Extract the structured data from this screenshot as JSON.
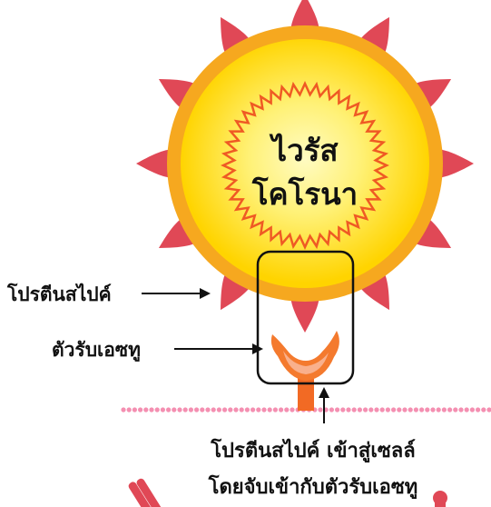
{
  "virus": {
    "title_line1": "ไวรัส",
    "title_line2": "โคโรนา"
  },
  "labels": {
    "spike_protein": "โปรตีนสไปค์",
    "ace2_receptor": "ตัวรับเอซทู",
    "caption_line1": "โปรตีนสไปค์ เข้าสู่เซลล์",
    "caption_line2": "โดยจับเข้ากับตัวรับเอซทู"
  },
  "colors": {
    "virus_outer": "#F6A81F",
    "virus_inner": "#FFD400",
    "virus_center": "#FFF9A3",
    "zigzag": "#EF5A24",
    "spike": "#E04856",
    "spike_center": "#FFFFFF",
    "receptor_cup": "#F47A2E",
    "receptor_inner": "#F9B08C",
    "receptor_stem": "#F26A24",
    "membrane": "#F48FB1",
    "antibody": "#E04856"
  }
}
